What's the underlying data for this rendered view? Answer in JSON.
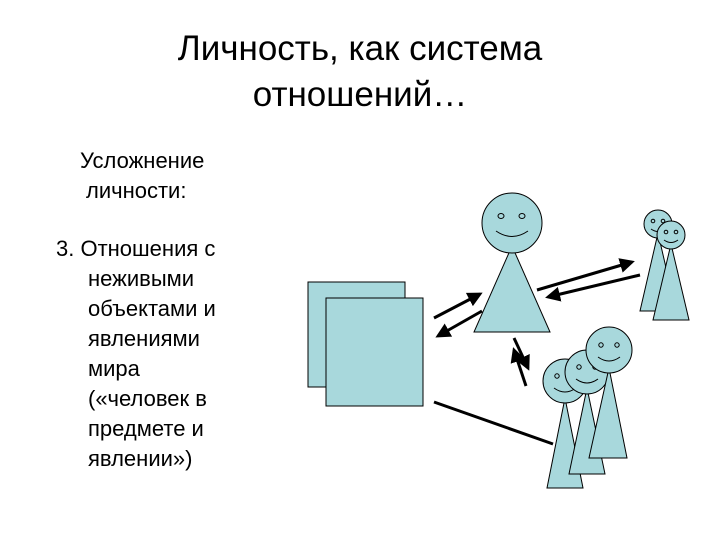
{
  "slide": {
    "title_line1": "Личность, как система",
    "title_line2": "отношений…",
    "subheading_line1": "Усложнение",
    "subheading_line2": "личности:",
    "item_lines": [
      "3. Отношения с",
      "неживыми",
      "объектами и",
      "явлениями",
      "мира",
      "(«человек в",
      "предмете и",
      "явлении»)"
    ]
  },
  "colors": {
    "figure_fill": "#a8d8dc",
    "stroke": "#000000"
  }
}
